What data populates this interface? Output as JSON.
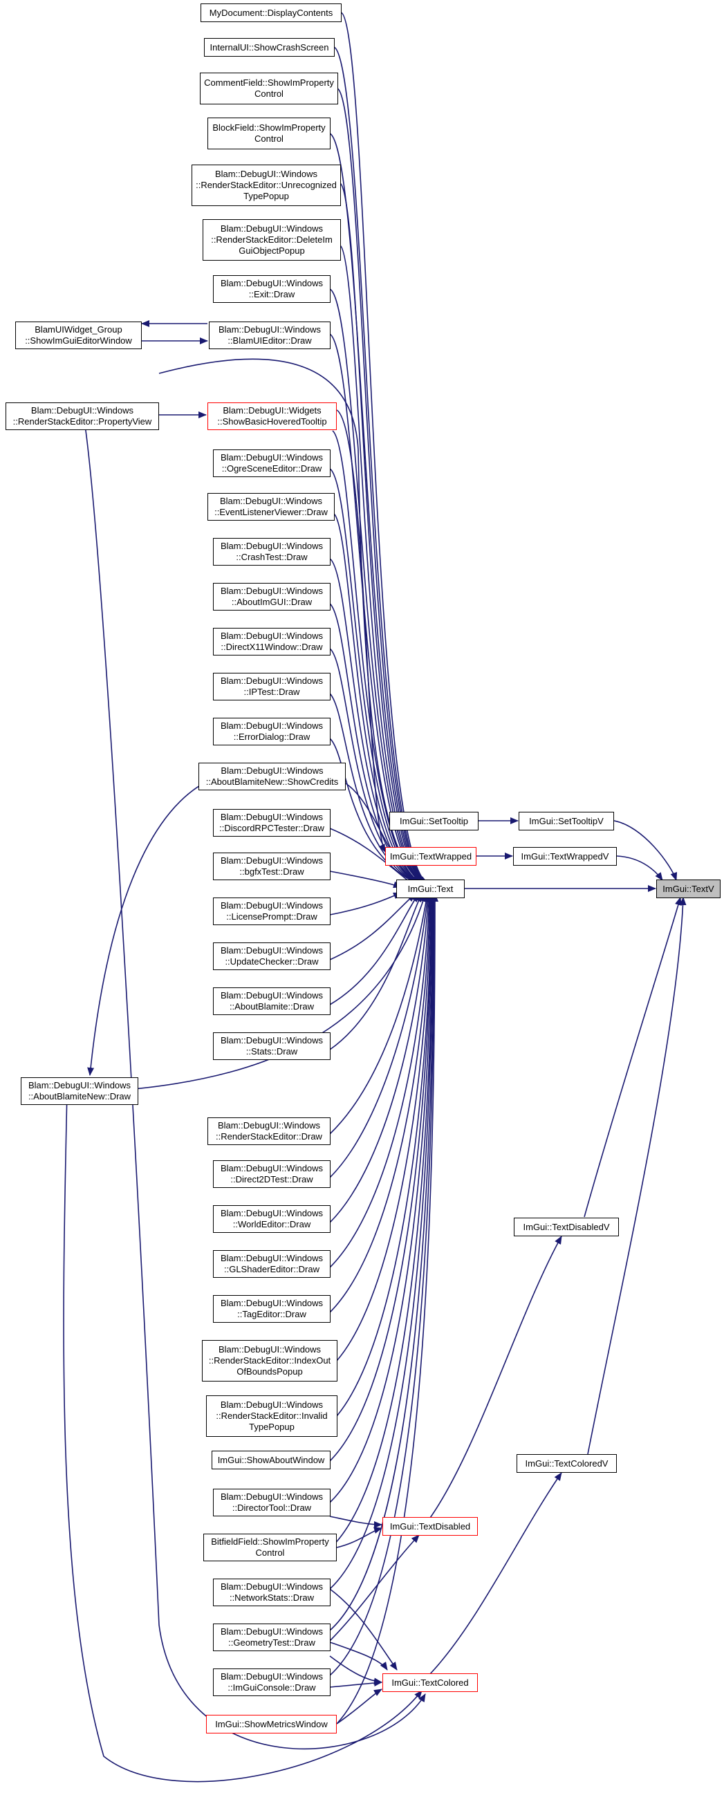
{
  "diagram": {
    "colors": {
      "edge": "#191970",
      "border": "#000000",
      "highlight_border": "#ff0000",
      "focus_fill": "#bfbfbf"
    },
    "nodes": {
      "mydocument": "MyDocument::DisplayContents",
      "crashscreen": "InternalUI::ShowCrashScreen",
      "commentfield": "CommentField::ShowImProperty\nControl",
      "blockfield": "BlockField::ShowImProperty\nControl",
      "unrecognized": "Blam::DebugUI::Windows\n::RenderStackEditor::Unrecognized\nTypePopup",
      "deleteim": "Blam::DebugUI::Windows\n::RenderStackEditor::DeleteIm\nGuiObjectPopup",
      "exit": "Blam::DebugUI::Windows\n::Exit::Draw",
      "blamuieditor": "Blam::DebugUI::Windows\n::BlamUIEditor::Draw",
      "widgetgroup": "BlamUIWidget_Group\n::ShowImGuiEditorWindow",
      "propertyview": "Blam::DebugUI::Windows\n::RenderStackEditor::PropertyView",
      "hoveredtooltip": "Blam::DebugUI::Widgets\n::ShowBasicHoveredTooltip",
      "ogre": "Blam::DebugUI::Windows\n::OgreSceneEditor::Draw",
      "eventlistener": "Blam::DebugUI::Windows\n::EventListenerViewer::Draw",
      "crashtest": "Blam::DebugUI::Windows\n::CrashTest::Draw",
      "aboutimgui": "Blam::DebugUI::Windows\n::AboutImGUI::Draw",
      "directx11": "Blam::DebugUI::Windows\n::DirectX11Window::Draw",
      "iptest": "Blam::DebugUI::Windows\n::IPTest::Draw",
      "errordialog": "Blam::DebugUI::Windows\n::ErrorDialog::Draw",
      "showcredits": "Blam::DebugUI::Windows\n::AboutBlamiteNew::ShowCredits",
      "discord": "Blam::DebugUI::Windows\n::DiscordRPCTester::Draw",
      "bgfx": "Blam::DebugUI::Windows\n::bgfxTest::Draw",
      "license": "Blam::DebugUI::Windows\n::LicensePrompt::Draw",
      "updatechecker": "Blam::DebugUI::Windows\n::UpdateChecker::Draw",
      "aboutblamite": "Blam::DebugUI::Windows\n::AboutBlamite::Draw",
      "stats": "Blam::DebugUI::Windows\n::Stats::Draw",
      "aboutblamitenew": "Blam::DebugUI::Windows\n::AboutBlamiteNew::Draw",
      "rsedraw": "Blam::DebugUI::Windows\n::RenderStackEditor::Draw",
      "direct2d": "Blam::DebugUI::Windows\n::Direct2DTest::Draw",
      "worldeditor": "Blam::DebugUI::Windows\n::WorldEditor::Draw",
      "glshader": "Blam::DebugUI::Windows\n::GLShaderEditor::Draw",
      "tageditor": "Blam::DebugUI::Windows\n::TagEditor::Draw",
      "indexout": "Blam::DebugUI::Windows\n::RenderStackEditor::IndexOut\nOfBoundsPopup",
      "invalidtype": "Blam::DebugUI::Windows\n::RenderStackEditor::Invalid\nTypePopup",
      "showabout": "ImGui::ShowAboutWindow",
      "directortool": "Blam::DebugUI::Windows\n::DirectorTool::Draw",
      "bitfield": "BitfieldField::ShowImProperty\nControl",
      "networkstats": "Blam::DebugUI::Windows\n::NetworkStats::Draw",
      "geometrytest": "Blam::DebugUI::Windows\n::GeometryTest::Draw",
      "imguiconsole": "Blam::DebugUI::Windows\n::ImGuiConsole::Draw",
      "metrics": "ImGui::ShowMetricsWindow",
      "settooltip": "ImGui::SetTooltip",
      "settooltipv": "ImGui::SetTooltipV",
      "textwrapped": "ImGui::TextWrapped",
      "textwrappedv": "ImGui::TextWrappedV",
      "text": "ImGui::Text",
      "textv": "ImGui::TextV",
      "textdisabledv": "ImGui::TextDisabledV",
      "textcoloredv": "ImGui::TextColoredV",
      "textdisabled": "ImGui::TextDisabled",
      "textcolored": "ImGui::TextColored"
    }
  }
}
